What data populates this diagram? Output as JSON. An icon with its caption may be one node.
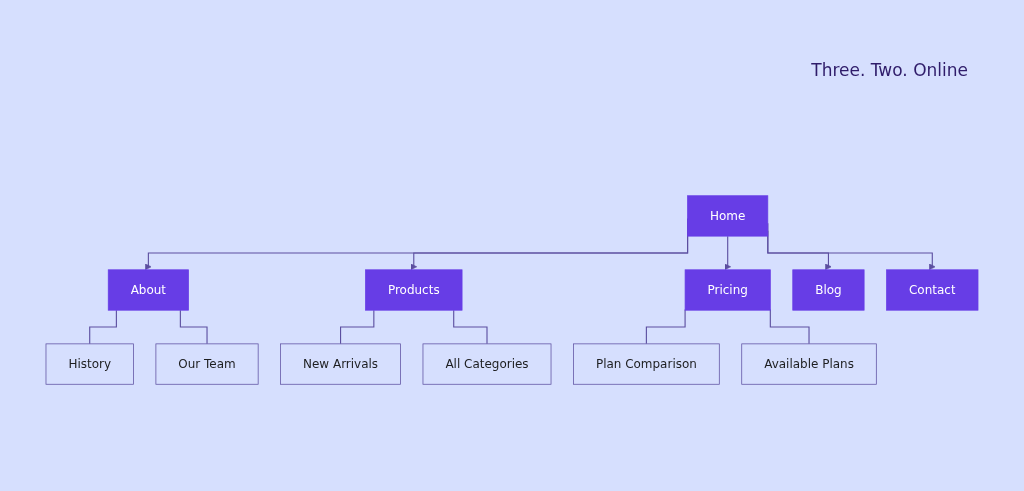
{
  "diagram": {
    "nodes": [
      {
        "text": [
          "Home"
        ]
      },
      {
        "text": [
          "About"
        ]
      },
      {
        "text": [
          "Products"
        ]
      },
      {
        "text": [
          "Pricing"
        ]
      },
      {
        "text": [
          "Blog"
        ]
      },
      {
        "text": [
          "Contact"
        ]
      },
      {
        "text": [
          "History"
        ]
      },
      {
        "text": [
          "Our Team"
        ]
      },
      {
        "text": [
          "New Arrivals"
        ]
      },
      {
        "text": [
          "All Categories"
        ]
      },
      {
        "text": [
          "Plan Comparison"
        ]
      },
      {
        "text": [
          "Available Plans"
        ]
      }
    ],
    "edges": [
      {
        "from": 0,
        "to": 1,
        "arrow": "to"
      },
      {
        "from": 0,
        "to": 2,
        "arrow": "to"
      },
      {
        "from": 0,
        "to": 3,
        "arrow": "to"
      },
      {
        "from": 0,
        "to": 4,
        "arrow": "to"
      },
      {
        "from": 0,
        "to": 5,
        "arrow": "to"
      },
      {
        "from": 1,
        "to": 6,
        "arrow": "none"
      },
      {
        "from": 1,
        "to": 7,
        "arrow": "none"
      },
      {
        "from": 2,
        "to": 8,
        "arrow": "none"
      },
      {
        "from": 2,
        "to": 9,
        "arrow": "none"
      },
      {
        "from": 3,
        "to": 10,
        "arrow": "none"
      },
      {
        "from": 3,
        "to": 11,
        "arrow": "none"
      }
    ],
    "labels": [
      "Three. Two. Online"
    ]
  }
}
